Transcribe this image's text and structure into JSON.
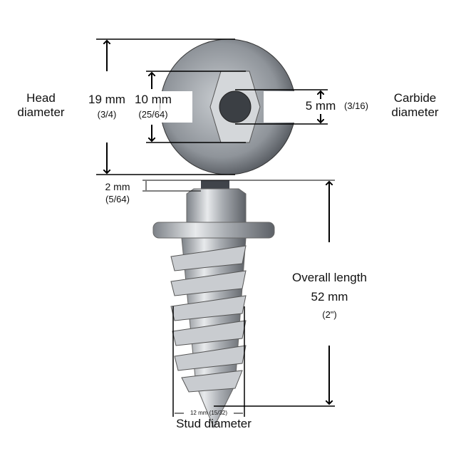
{
  "labels": {
    "head_diameter_line1": "Head",
    "head_diameter_line2": "diameter",
    "head_mm": "19 mm",
    "head_in": "(3/4)",
    "hex_mm": "10 mm",
    "hex_in": "(25/64)",
    "carbide_mm": "5 mm",
    "carbide_in": "(3/16)",
    "carbide_line1": "Carbide",
    "carbide_line2": "diameter",
    "protrusion_mm": "2 mm",
    "protrusion_in": "(5/64)",
    "overall_line1": "Overall length",
    "overall_mm": "52 mm",
    "overall_in": "(2\")",
    "stud_dim": "12 mm (15/32)",
    "stud_label": "Stud diameter"
  }
}
